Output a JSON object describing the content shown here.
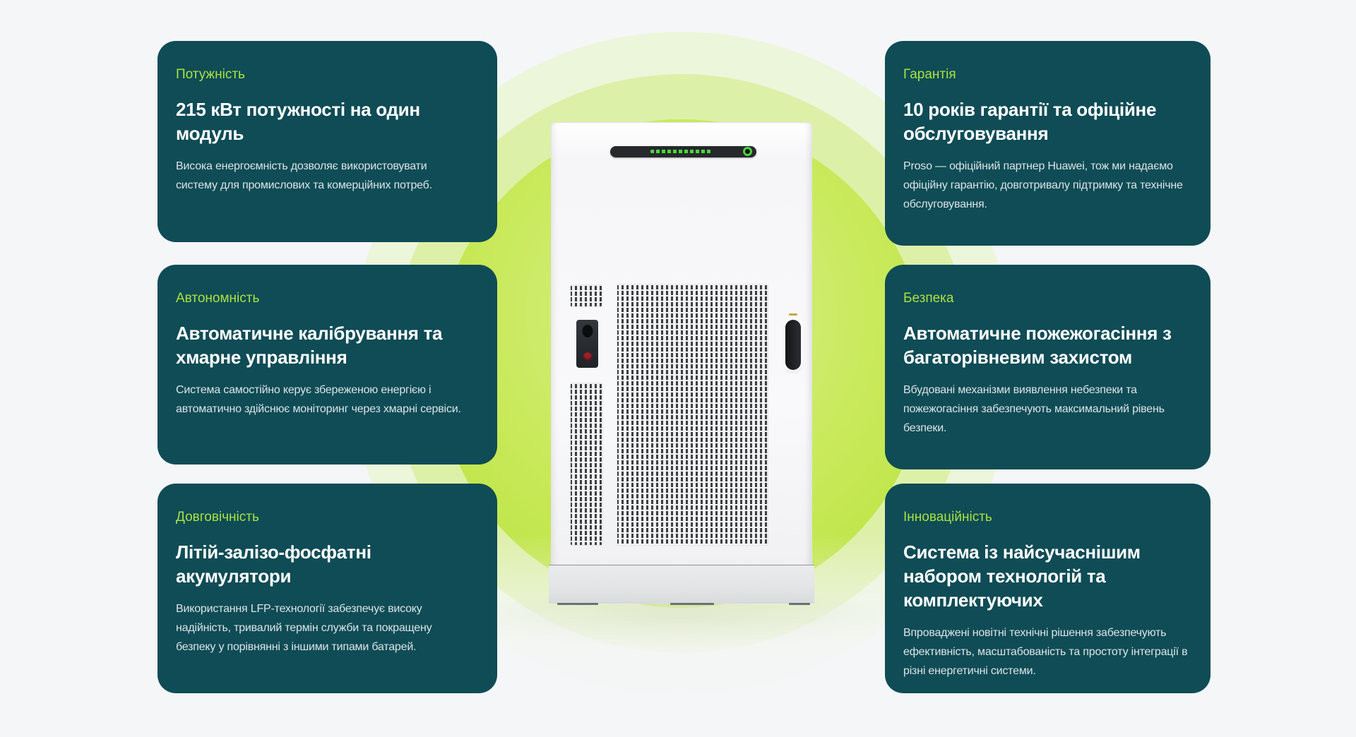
{
  "colors": {
    "page_background": "#F5F6F8",
    "card_background": "#0F4C56",
    "label_green": "#ABE23F",
    "heading_white": "#FFFFFF",
    "body_text": "#D9E4E5",
    "circle_bright": "#BCE43F",
    "circle_mid": "#DDF0A8",
    "circle_pale": "#ECF6DA",
    "led_green": "#47D83A"
  },
  "device": {
    "type": "battery-storage-cabinet",
    "led_segment_count": 11,
    "led_color": "#47D83A"
  },
  "cards": [
    {
      "label": "Потужність",
      "heading": "215 кВт потужності на один\nмодуль",
      "body": "Висока енергоємність дозволяє використовувати\nсистему для промислових та комерційних потреб."
    },
    {
      "label": "Автономність",
      "heading": "Автоматичне калібрування та\nхмарне управління",
      "body": "Система самостійно керує збереженою енергією і\nавтоматично здійснює моніторинг через хмарні сервіси."
    },
    {
      "label": "Довговічність",
      "heading": "Літій-залізо-фосфатні\nакумулятори",
      "body": "Використання LFP-технології забезпечує високу\nнадійність, тривалий термін служби та покращену\nбезпеку у порівнянні з іншими типами батарей."
    },
    {
      "label": "Гарантія",
      "heading": "10 років гарантії та офіційне\nобслуговування",
      "body": "Proso — офіційний партнер Huawei, тож ми надаємо\nофіційну гарантію, довготривалу підтримку та технічне\nобслуговування."
    },
    {
      "label": "Безпека",
      "heading": "Автоматичне пожежогасіння з\nбагаторівневим захистом",
      "body": "Вбудовані механізми виявлення небезпеки та\nпожежогасіння забезпечують максимальний рівень\nбезпеки."
    },
    {
      "label": "Інноваційність",
      "heading": "Система із найсучаснішим\nнабором технологій та\nкомплектуючих",
      "body": "Впроваджені новітні технічні рішення забезпечують\nефективність, масштабованість та простоту інтеграції в\nрізні енергетичні системи."
    }
  ]
}
